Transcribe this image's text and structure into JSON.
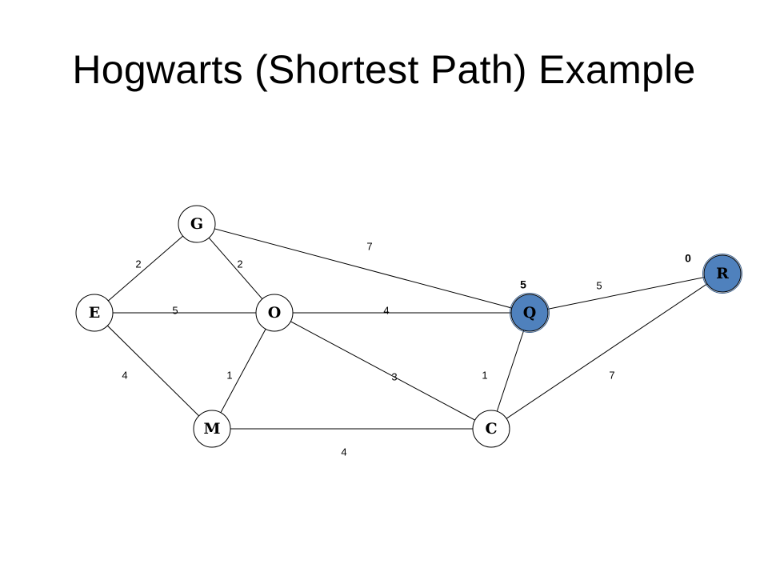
{
  "slide": {
    "title": "Hogwarts (Shortest Path) Example"
  },
  "colors": {
    "visited_fill": "#4f81bd",
    "unvisited_fill": "#ffffff",
    "edge": "#000000"
  },
  "graph": {
    "nodes": [
      {
        "id": "G",
        "label": "G",
        "visited": false
      },
      {
        "id": "E",
        "label": "E",
        "visited": false
      },
      {
        "id": "O",
        "label": "O",
        "visited": false
      },
      {
        "id": "Q",
        "label": "Q",
        "visited": true,
        "distance": "5"
      },
      {
        "id": "R",
        "label": "R",
        "visited": true,
        "distance": "0"
      },
      {
        "id": "M",
        "label": "M",
        "visited": false
      },
      {
        "id": "C",
        "label": "C",
        "visited": false
      }
    ],
    "edges": [
      {
        "from": "G",
        "to": "E",
        "weight": "2"
      },
      {
        "from": "G",
        "to": "O",
        "weight": "2"
      },
      {
        "from": "G",
        "to": "Q",
        "weight": "7"
      },
      {
        "from": "E",
        "to": "O",
        "weight": "5"
      },
      {
        "from": "E",
        "to": "M",
        "weight": "4"
      },
      {
        "from": "O",
        "to": "M",
        "weight": "1"
      },
      {
        "from": "O",
        "to": "Q",
        "weight": "4"
      },
      {
        "from": "O",
        "to": "C",
        "weight": "3"
      },
      {
        "from": "Q",
        "to": "C",
        "weight": "1"
      },
      {
        "from": "Q",
        "to": "R",
        "weight": "5"
      },
      {
        "from": "R",
        "to": "C",
        "weight": "7"
      },
      {
        "from": "M",
        "to": "C",
        "weight": "4"
      }
    ]
  }
}
